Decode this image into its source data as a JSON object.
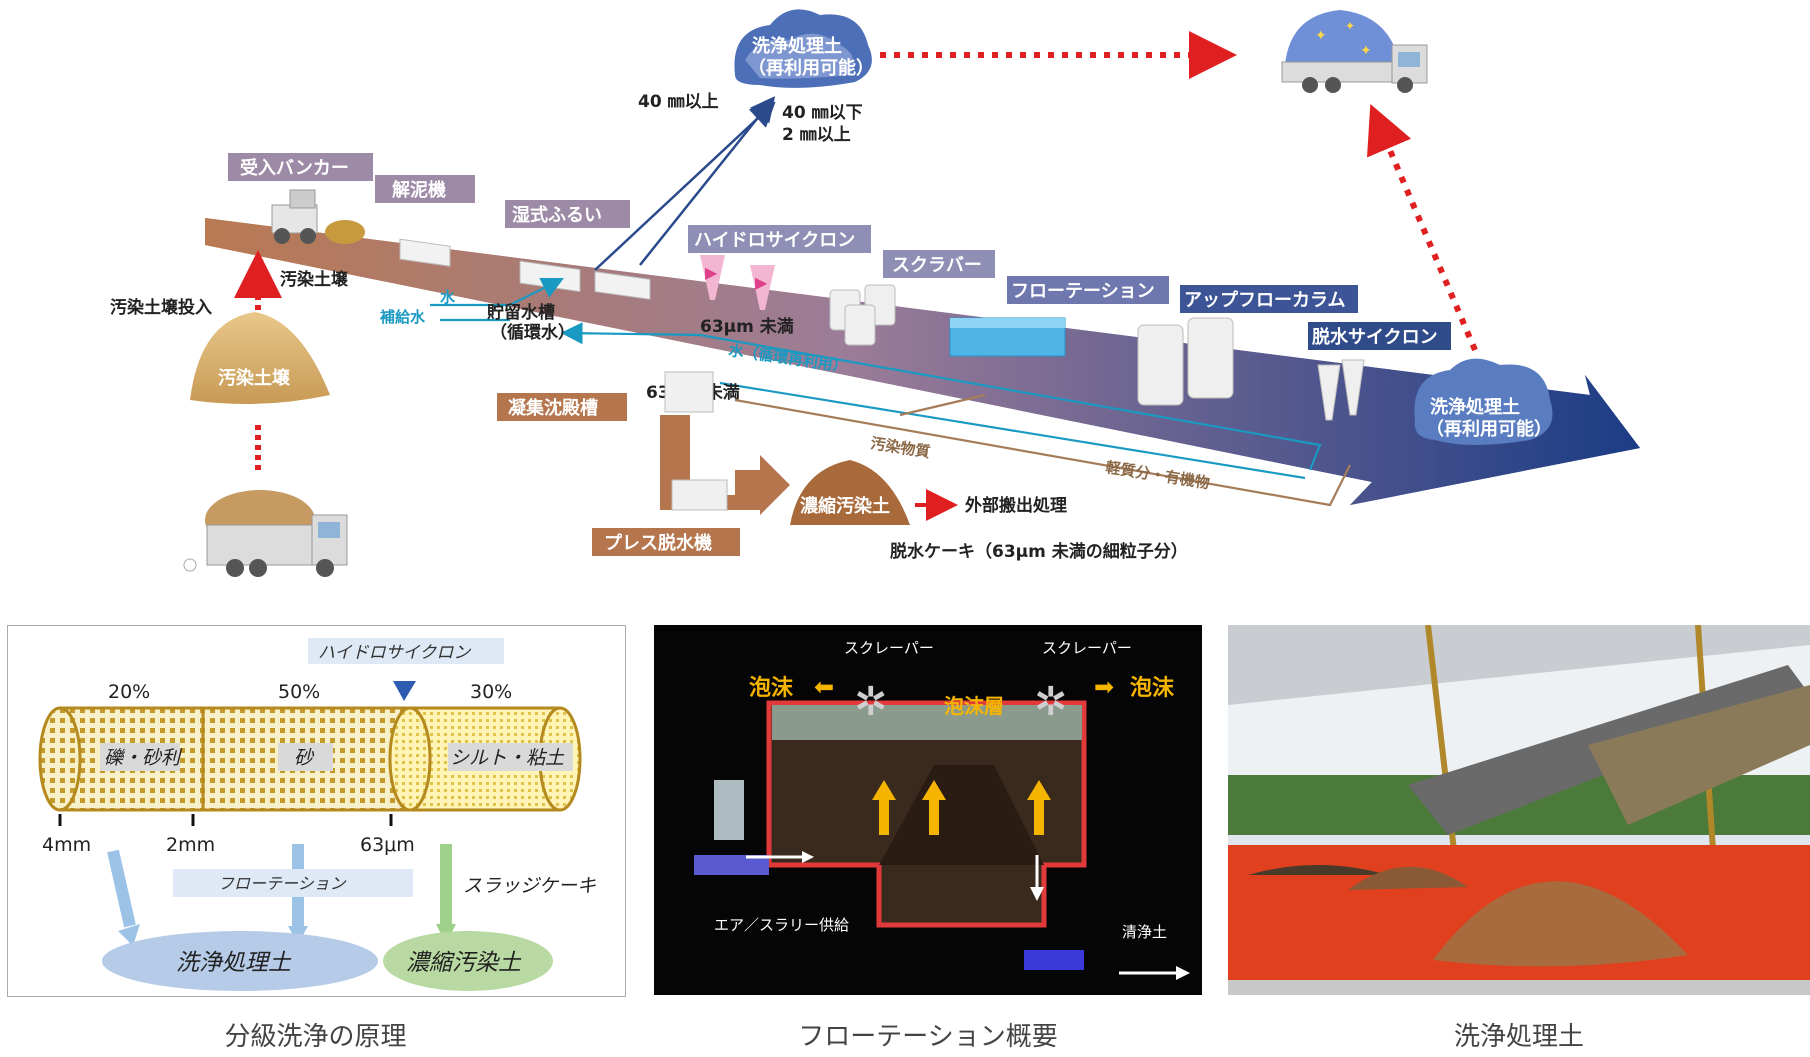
{
  "flow": {
    "truck_label": "汚染土壌投入",
    "pile_label": "汚染土壌",
    "contaminated_soil": "汚染土壌",
    "hopper": "受入バンカー",
    "debriller": "解泥機",
    "wet_screen": "湿式ふるい",
    "hydrocyclone": "ハイドロサイクロン",
    "scrubber": "スクラバー",
    "flotation": "フローテーション",
    "upflow_column": "アップフローカラム",
    "dewater_cyclone": "脱水サイクロン",
    "clean_soil_top_1": "洗浄処理土",
    "clean_soil_top_2": "（再利用可能）",
    "clean_soil_right_1": "洗浄処理土",
    "clean_soil_right_2": "（再利用可能）",
    "over40": "40 ㎜以上",
    "under40": "40 ㎜以下",
    "over2": "2 ㎜以上",
    "water": "水",
    "makeup_water": "補給水",
    "storage_tank_1": "貯留水槽",
    "storage_tank_2": "（循環水）",
    "recycle_water": "水（循環再利用）",
    "under63_a": "63μm 未満",
    "under63_b": "63μm 未満",
    "coag_tank": "凝集沈殿槽",
    "press": "プレス脱水機",
    "contaminants": "汚染物質",
    "light_organic": "軽質分・有機物",
    "conc_soil": "濃縮汚染土",
    "external": "外部搬出処理",
    "cake": "脱水ケーキ（63μm 未満の細粒子分）"
  },
  "principle": {
    "hydro_label": "ハイドロサイクロン",
    "pct1": "20%",
    "pct2": "50%",
    "pct3": "30%",
    "seg1": "礫・砂利",
    "seg2": "砂",
    "seg3": "シルト・粘土",
    "tick1": "4mm",
    "tick2": "2mm",
    "tick3": "63μm",
    "flotation_label": "フローテーション",
    "sludge_label": "スラッジケーキ",
    "clean_soil": "洗浄処理土",
    "conc_soil": "濃縮汚染土"
  },
  "flotation_panel": {
    "scraper1": "スクレーパー",
    "scraper2": "スクレーパー",
    "foam1": "泡沫",
    "foam2": "泡沫",
    "foam_layer": "泡沫層",
    "feed": "エア／スラリー供給",
    "clean": "清浄土"
  },
  "captions": {
    "c1": "分級洗浄の原理",
    "c2": "フローテーション概要",
    "c3": "洗浄処理土"
  },
  "colors": {
    "label_purple": "#9d8aa6",
    "label_brown": "#b5764e",
    "label_navy": "#2f4b8a",
    "water_blue": "#1a9ac2",
    "red_dotted": "#e02020"
  }
}
